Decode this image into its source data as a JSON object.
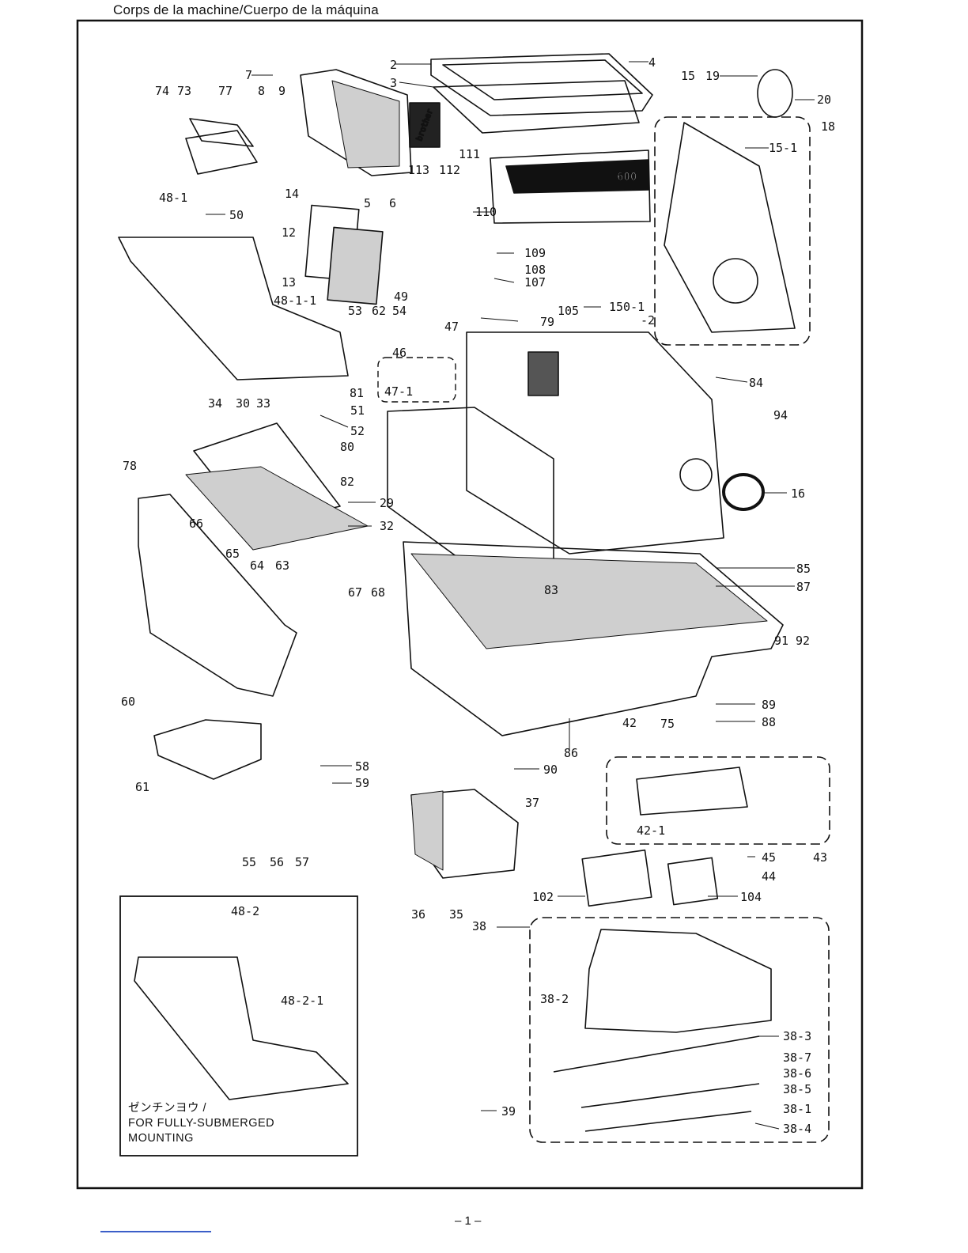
{
  "page": {
    "header_title": "Corps de la machine/Cuerpo de la máquina",
    "page_number": "– 1 –"
  },
  "inset": {
    "title": "48-2",
    "callouts": [
      "48-2",
      "48-2-1"
    ],
    "note_line1": "ゼンチンヨウ /",
    "note_line2": "FOR FULLY-SUBMERGED",
    "note_line3": "MOUNTING"
  },
  "logos": {
    "brand": "brother",
    "model": "600"
  },
  "callouts": [
    "2",
    "3",
    "4",
    "7",
    "8",
    "9",
    "74",
    "73",
    "77",
    "5",
    "6",
    "15",
    "19",
    "20",
    "15-1",
    "18",
    "111",
    "113",
    "112",
    "110",
    "14",
    "48-1",
    "50",
    "12",
    "13",
    "109",
    "108",
    "107",
    "105",
    "150-1",
    "-2",
    "49",
    "79",
    "48-1-1",
    "53",
    "62",
    "54",
    "47",
    "46",
    "47-1",
    "81",
    "84",
    "34",
    "30",
    "33",
    "51",
    "52",
    "80",
    "94",
    "78",
    "82",
    "16",
    "29",
    "32",
    "66",
    "65",
    "64",
    "63",
    "67",
    "68",
    "83",
    "85",
    "87",
    "91",
    "92",
    "60",
    "61",
    "89",
    "88",
    "75",
    "42",
    "86",
    "90",
    "58",
    "59",
    "37",
    "42-1",
    "55",
    "56",
    "57",
    "45",
    "43",
    "44",
    "102",
    "104",
    "36",
    "35",
    "38",
    "38-2",
    "38-3",
    "38-7",
    "38-6",
    "38-5",
    "38-1",
    "39",
    "38-4"
  ]
}
